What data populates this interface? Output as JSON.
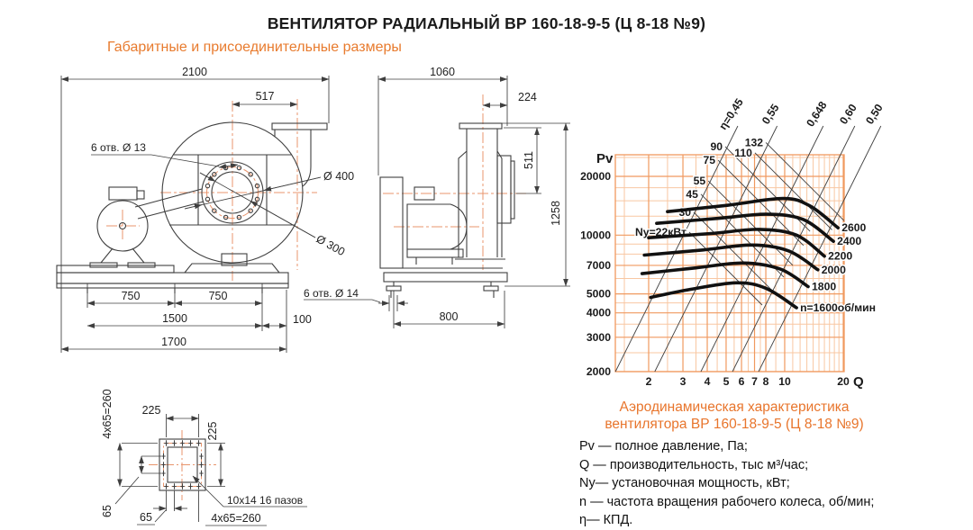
{
  "page": {
    "title": "ВЕНТИЛЯТОР РАДИАЛЬНЫЙ ВР 160-18-9-5 (Ц 8-18 №9)",
    "subtitle": "Габаритные и присоединительные размеры",
    "colors": {
      "accent": "#e87b2e",
      "line": "#3f3f3f",
      "centerline": "#e8946c",
      "grid_major": "#f0995f",
      "grid_minor": "#f8c7a2",
      "curve": "#111111"
    }
  },
  "drawings": {
    "front_view": {
      "dims": {
        "width_total": "2100",
        "outlet_offset": "517",
        "inlet_holes": "6 отв. Ø 13",
        "inlet_diameter": "Ø 400",
        "impeller_diameter": "Ø 300",
        "foot_left": "750",
        "foot_right": "750",
        "holes_span": "1500",
        "edge_offset": "100",
        "base_length": "1700"
      }
    },
    "side_view": {
      "dims": {
        "depth_total": "1060",
        "outlet_width": "224",
        "outlet_height": "511",
        "height_total": "1258",
        "base_holes": "6 отв. Ø 14",
        "base_span": "800"
      }
    },
    "flange_view": {
      "dims": {
        "bolt_span_left": "4x65=260",
        "bolt_span_top": "225",
        "bolt_span_right": "225",
        "slot_note": "10x14 16 пазов",
        "pitch_left": "65",
        "pitch_bottom": "65",
        "bolt_span_bottom": "4x65=260"
      }
    }
  },
  "chart_data": {
    "type": "line",
    "title": "Аэродинамическая характеристика вентилятора ВР 160-18-9-5 (Ц 8-18 №9)",
    "xlabel": "Q",
    "ylabel": "Pv",
    "x_scale": "log",
    "y_scale": "log",
    "xlim": [
      1.35,
      20
    ],
    "ylim": [
      2000,
      26000
    ],
    "x_ticks": [
      2,
      3,
      4,
      5,
      6,
      7,
      8,
      10,
      20
    ],
    "x_minor": [
      1.5,
      2.5,
      3.5,
      4.5,
      5.5,
      6.5,
      7.5,
      9,
      11,
      12,
      13,
      14,
      15,
      16,
      17,
      18,
      19
    ],
    "y_ticks": [
      2000,
      3000,
      4000,
      5000,
      7000,
      10000,
      20000
    ],
    "y_minor": [
      2500,
      3500,
      4500,
      6000,
      8000,
      9000,
      12500,
      15000,
      17500,
      25000
    ],
    "grid": true,
    "legend_position": "none",
    "rpm_curves": [
      {
        "label": "n=1600об/мин",
        "n": 1600,
        "points": [
          [
            2.05,
            4800
          ],
          [
            3.2,
            5250
          ],
          [
            5.6,
            5700
          ],
          [
            8,
            5350
          ],
          [
            11.5,
            4250
          ]
        ]
      },
      {
        "label": "1800",
        "n": 1800,
        "points": [
          [
            1.85,
            6350
          ],
          [
            3.5,
            6800
          ],
          [
            6.1,
            7200
          ],
          [
            9.5,
            6700
          ],
          [
            13.2,
            5450
          ]
        ]
      },
      {
        "label": "2000",
        "n": 2000,
        "points": [
          [
            1.9,
            7900
          ],
          [
            3.8,
            8400
          ],
          [
            6.8,
            8900
          ],
          [
            10.5,
            8300
          ],
          [
            14.8,
            6650
          ]
        ]
      },
      {
        "label": "2200",
        "n": 2200,
        "points": [
          [
            2.0,
            9700
          ],
          [
            4.2,
            10200
          ],
          [
            7.4,
            10700
          ],
          [
            11.5,
            10000
          ],
          [
            16,
            7800
          ]
        ]
      },
      {
        "label": "2400",
        "n": 2400,
        "points": [
          [
            2.2,
            11500
          ],
          [
            4.6,
            12200
          ],
          [
            8.1,
            12800
          ],
          [
            12.5,
            12000
          ],
          [
            17.8,
            9300
          ]
        ]
      },
      {
        "label": "2600",
        "n": 2600,
        "points": [
          [
            2.5,
            13200
          ],
          [
            5,
            14200
          ],
          [
            9.8,
            15400
          ],
          [
            13.5,
            14100
          ],
          [
            18.8,
            10900
          ]
        ]
      }
    ],
    "power_lines": [
      {
        "label": "Ny=22кВт",
        "q1": 3.23,
        "p1": 10360,
        "q2": 7.66
      },
      {
        "label": "30",
        "q1": 3.41,
        "p1": 13100,
        "q2": 8.9
      },
      {
        "label": "45",
        "q1": 3.71,
        "p1": 16200,
        "q2": 9.9
      },
      {
        "label": "55",
        "q1": 4.05,
        "p1": 18960,
        "q2": 11
      },
      {
        "label": "75",
        "q1": 4.55,
        "p1": 24200,
        "q2": 12.5
      },
      {
        "label": "90",
        "q1": 4.95,
        "p1": 28400,
        "q2": 13.5
      },
      {
        "label": "110",
        "q1": 7.03,
        "p1": 26400,
        "q2": 17.5
      },
      {
        "label": "132",
        "q1": 8.0,
        "p1": 29800,
        "q2": 20.2
      }
    ],
    "eta_lines": [
      {
        "label": "η=0,45",
        "q_at_bottom": 1.35
      },
      {
        "label": "0,55",
        "q_at_bottom": 2.15
      },
      {
        "label": "0,648",
        "q_at_bottom": 3.71
      },
      {
        "label": "0,60",
        "q_at_bottom": 5.39
      },
      {
        "label": "0,50",
        "q_at_bottom": 7.34
      }
    ]
  },
  "caption": {
    "line1": "Аэродинамическая характеристика",
    "line2": "вентилятора  ВР 160-18-9-5 (Ц 8-18 №9)"
  },
  "legend": [
    "Pv — полное давление, Па;",
    "Q  — производительность, тыс м³/час;",
    "Ny— установочная мощность, кВт;",
    "n — частота вращения рабочего колеса,  об/мин;",
    "η— КПД."
  ]
}
